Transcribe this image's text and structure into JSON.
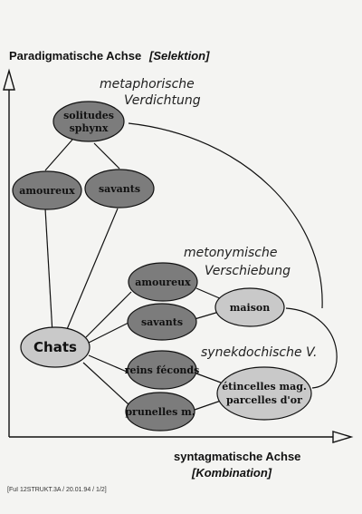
{
  "axes": {
    "y_label": "Paradigmatische Achse",
    "y_label_bracket": "[Selektion]",
    "x_label": "syntagmatische Achse",
    "x_label_bracket": "[Kombination]"
  },
  "annotations": {
    "metaphor_line1": "metaphorische",
    "metaphor_line2": "Verdichtung",
    "metonymy_line1": "metonymische",
    "metonymy_line2": "Verschiebung",
    "synecdoche": "synekdochische V."
  },
  "nodes": {
    "chats": "Chats",
    "solitudes_line1": "solitudes",
    "solitudes_line2": "sphynx",
    "amoureux_top": "amoureux",
    "savants_top": "savants",
    "amoureux_mid": "amoureux",
    "savants_mid": "savants",
    "maison": "maison",
    "reins": "reins féconds",
    "prunelles": "prunelles m.",
    "etincelles_line1": "étincelles mag.",
    "etincelles_line2": "parcelles d'or"
  },
  "footer": "[FuI 12STRUKT.3A / 20.01.94 / 1/2]"
}
